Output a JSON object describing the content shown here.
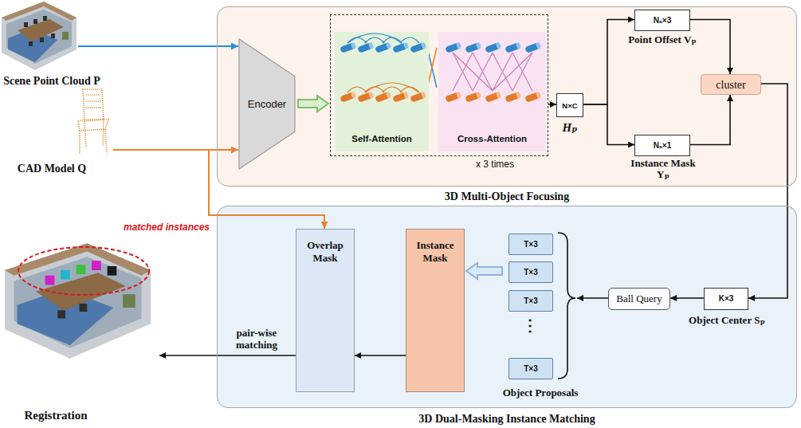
{
  "diagram": {
    "nodes": [
      {
        "text": [
          "Scene Point Cloud P"
        ]
      },
      {
        "text": [
          "CAD Model Q"
        ]
      },
      {
        "text": [
          "3D Multi-Object Focusing"
        ]
      },
      {
        "text": [
          "Encoder"
        ],
        "in": 2
      },
      {
        "text": [
          "x 3 times"
        ],
        "in": 2
      },
      {
        "text": [
          "Self-Attention"
        ],
        "in": 4
      },
      {
        "text": [
          "Cross-Attention"
        ],
        "in": 4
      },
      {
        "text": [
          "N×C",
          "Hₚ"
        ],
        "in": 2
      },
      {
        "text": [
          "Nₛ×3",
          "Point Offset Vₚ"
        ],
        "in": 2
      },
      {
        "text": [
          "Nₛ×1",
          "Instance Mask Yₚ"
        ],
        "in": 2
      },
      {
        "text": [
          "cluster"
        ],
        "in": 2
      },
      {
        "text": [
          "Registration"
        ]
      },
      {
        "text": [
          "3D Dual-Masking Instance Matching"
        ]
      },
      {
        "text": [
          "Overlap Mask"
        ],
        "in": 12
      },
      {
        "text": [
          "Instance Mask"
        ],
        "in": 12
      },
      {
        "text": [
          "Object Proposals"
        ],
        "in": 12
      },
      {
        "text": [
          "T×3"
        ],
        "in": 15
      },
      {
        "text": [
          "T×3"
        ],
        "in": 15
      },
      {
        "text": [
          "T×3"
        ],
        "in": 15
      },
      {
        "text": [
          "T×3"
        ],
        "in": 15
      },
      {
        "text": [
          "Ball Query"
        ],
        "in": 12
      },
      {
        "text": [
          "K×3",
          "Object Center Sₚ"
        ],
        "in": 12
      }
    ],
    "edges": [
      {
        "from": 0,
        "to": 3,
        "arrow": "to"
      },
      {
        "from": 1,
        "to": 3,
        "arrow": "to"
      },
      {
        "from": 1,
        "to": 13,
        "arrow": "to"
      },
      {
        "from": 3,
        "to": 4,
        "arrow": "to"
      },
      {
        "from": 4,
        "to": 7,
        "arrow": "to"
      },
      {
        "from": 7,
        "to": 8,
        "arrow": "to"
      },
      {
        "from": 7,
        "to": 9,
        "arrow": "to"
      },
      {
        "from": 8,
        "to": 10,
        "arrow": "to"
      },
      {
        "from": 9,
        "to": 10,
        "arrow": "to"
      },
      {
        "from": 10,
        "to": 21,
        "arrow": "to"
      },
      {
        "from": 21,
        "to": 20,
        "arrow": "to"
      },
      {
        "from": 20,
        "to": 15,
        "arrow": "to"
      },
      {
        "from": 15,
        "to": 14,
        "arrow": "to"
      },
      {
        "from": 14,
        "to": 13,
        "arrow": "to"
      },
      {
        "from": 13,
        "to": 11,
        "label": "pair-wise matching",
        "arrow": "to"
      }
    ],
    "labels": [
      "matched instances",
      "⋮"
    ]
  }
}
